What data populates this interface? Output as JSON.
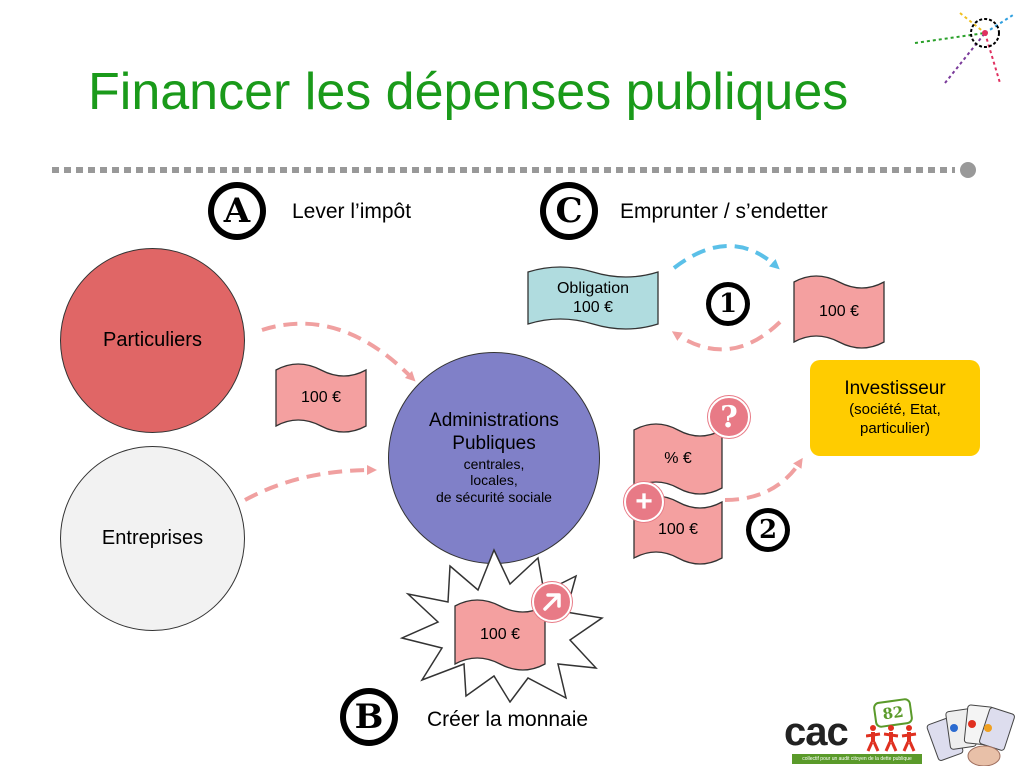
{
  "title": "Financer les dépenses publiques",
  "sections": {
    "a": {
      "letter": "A",
      "label": "Lever l’impôt"
    },
    "b": {
      "letter": "B",
      "label": "Créer la monnaie"
    },
    "c": {
      "letter": "C",
      "label": "Emprunter / s’endetter"
    }
  },
  "nodes": {
    "particuliers": "Particuliers",
    "entreprises": "Entreprises",
    "admin": {
      "title_line1": "Administrations",
      "title_line2": "Publiques",
      "sub_line1": "centrales,",
      "sub_line2": "locales,",
      "sub_line3": "de sécurité sociale"
    },
    "investisseur": {
      "title": "Investisseur",
      "sub_line1": "(société, Etat,",
      "sub_line2": "particulier)"
    }
  },
  "notes": {
    "tax": "100 €",
    "obligation_line1": "Obligation",
    "obligation_line2": "100 €",
    "loan": "100 €",
    "interest": "% €",
    "repay": "100 €",
    "money": "100 €"
  },
  "steps": {
    "one": "1",
    "two": "2"
  },
  "icons": {
    "question": "?",
    "plus": "+"
  },
  "logo": {
    "text": "cac",
    "number": "82",
    "tagline": "collectif pour un audit citoyen de la dette publique"
  },
  "colors": {
    "title": "#1a9a1a",
    "particuliers": "#e06666",
    "entreprises": "#f2f2f2",
    "admin": "#8080c8",
    "note_pink": "#f4a0a0",
    "note_blue": "#b0dcdf",
    "investisseur": "#ffcc00",
    "arrow_pink": "#f0a0a0",
    "arrow_blue": "#5bc0e8"
  }
}
